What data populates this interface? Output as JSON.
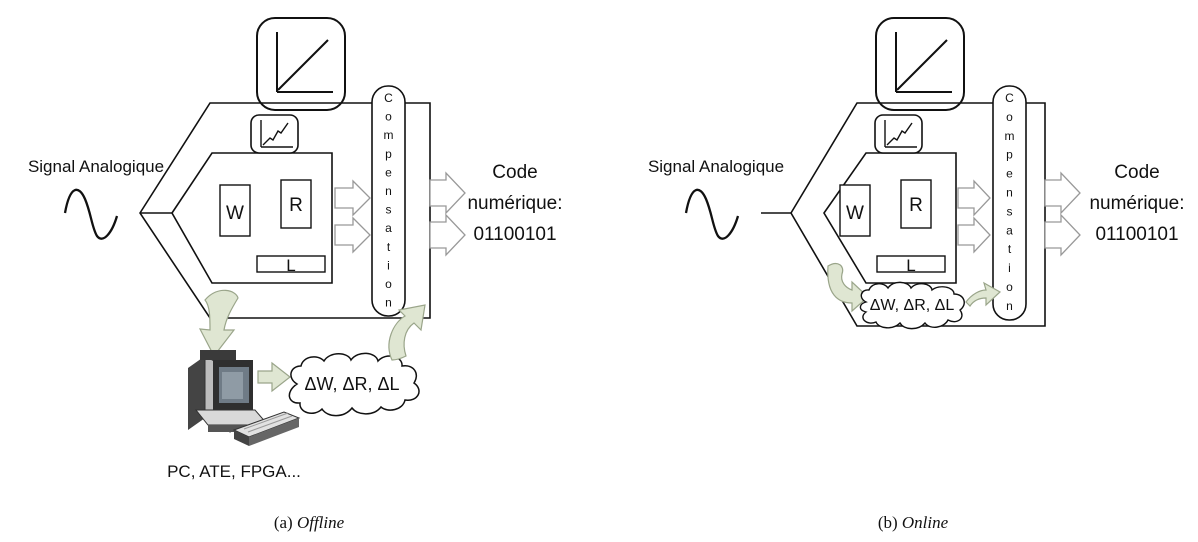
{
  "panel_a": {
    "input_label": "Signal Analogique",
    "block_w": "W",
    "block_r": "R",
    "block_l": "L",
    "compensation_letters": [
      "C",
      "o",
      "m",
      "p",
      "e",
      "n",
      "s",
      "a",
      "t",
      "i",
      "o",
      "n"
    ],
    "output_line1": "Code",
    "output_line2": "numérique:",
    "output_line3": "01100101",
    "delta_label": "ΔW, ΔR, ΔL",
    "computer_label": "PC, ATE, FPGA...",
    "caption_prefix": "(a) ",
    "caption_italic": "Offline"
  },
  "panel_b": {
    "input_label": "Signal Analogique",
    "block_w": "W",
    "block_r": "R",
    "block_l": "L",
    "compensation_letters": [
      "C",
      "o",
      "m",
      "p",
      "e",
      "n",
      "s",
      "a",
      "t",
      "i",
      "o",
      "n"
    ],
    "output_line1": "Code",
    "output_line2": "numérique:",
    "output_line3": "01100101",
    "delta_label": "ΔW, ΔR, ΔL",
    "caption_prefix": "(b) ",
    "caption_italic": "Online"
  },
  "colors": {
    "stroke": "#111111",
    "arrow_fill": "#dfe6d2",
    "arrow_stroke": "#9aa58a",
    "computer_body": "#d9d9d9",
    "computer_dark": "#3c3c3c",
    "screen": "#6f7b86"
  }
}
